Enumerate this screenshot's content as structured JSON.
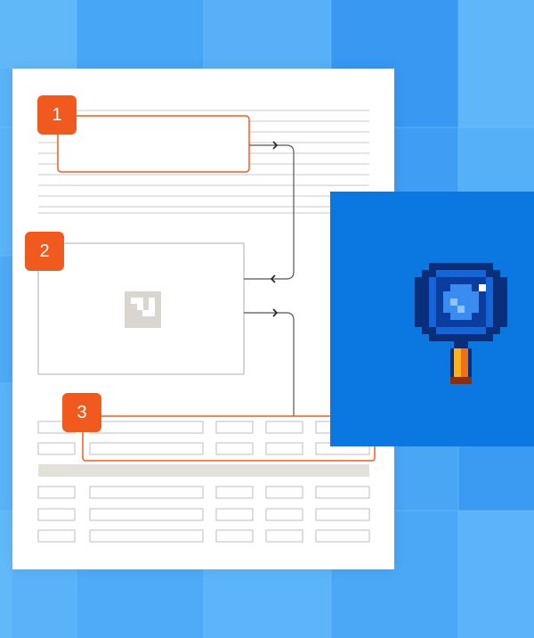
{
  "colors": {
    "background_light": "#5cb4f8",
    "background_mid": "#3d9ef4",
    "document": "#ffffff",
    "accent": "#f05a1e",
    "panel": "#0a78e0",
    "rule": "#c9c9c9",
    "band": "#e4e1da"
  },
  "badges": [
    {
      "label": "1"
    },
    {
      "label": "2"
    },
    {
      "label": "3"
    }
  ],
  "icons": {
    "image_placeholder": "image-placeholder-icon",
    "magnifier": "pixel-magnifying-glass-icon"
  }
}
